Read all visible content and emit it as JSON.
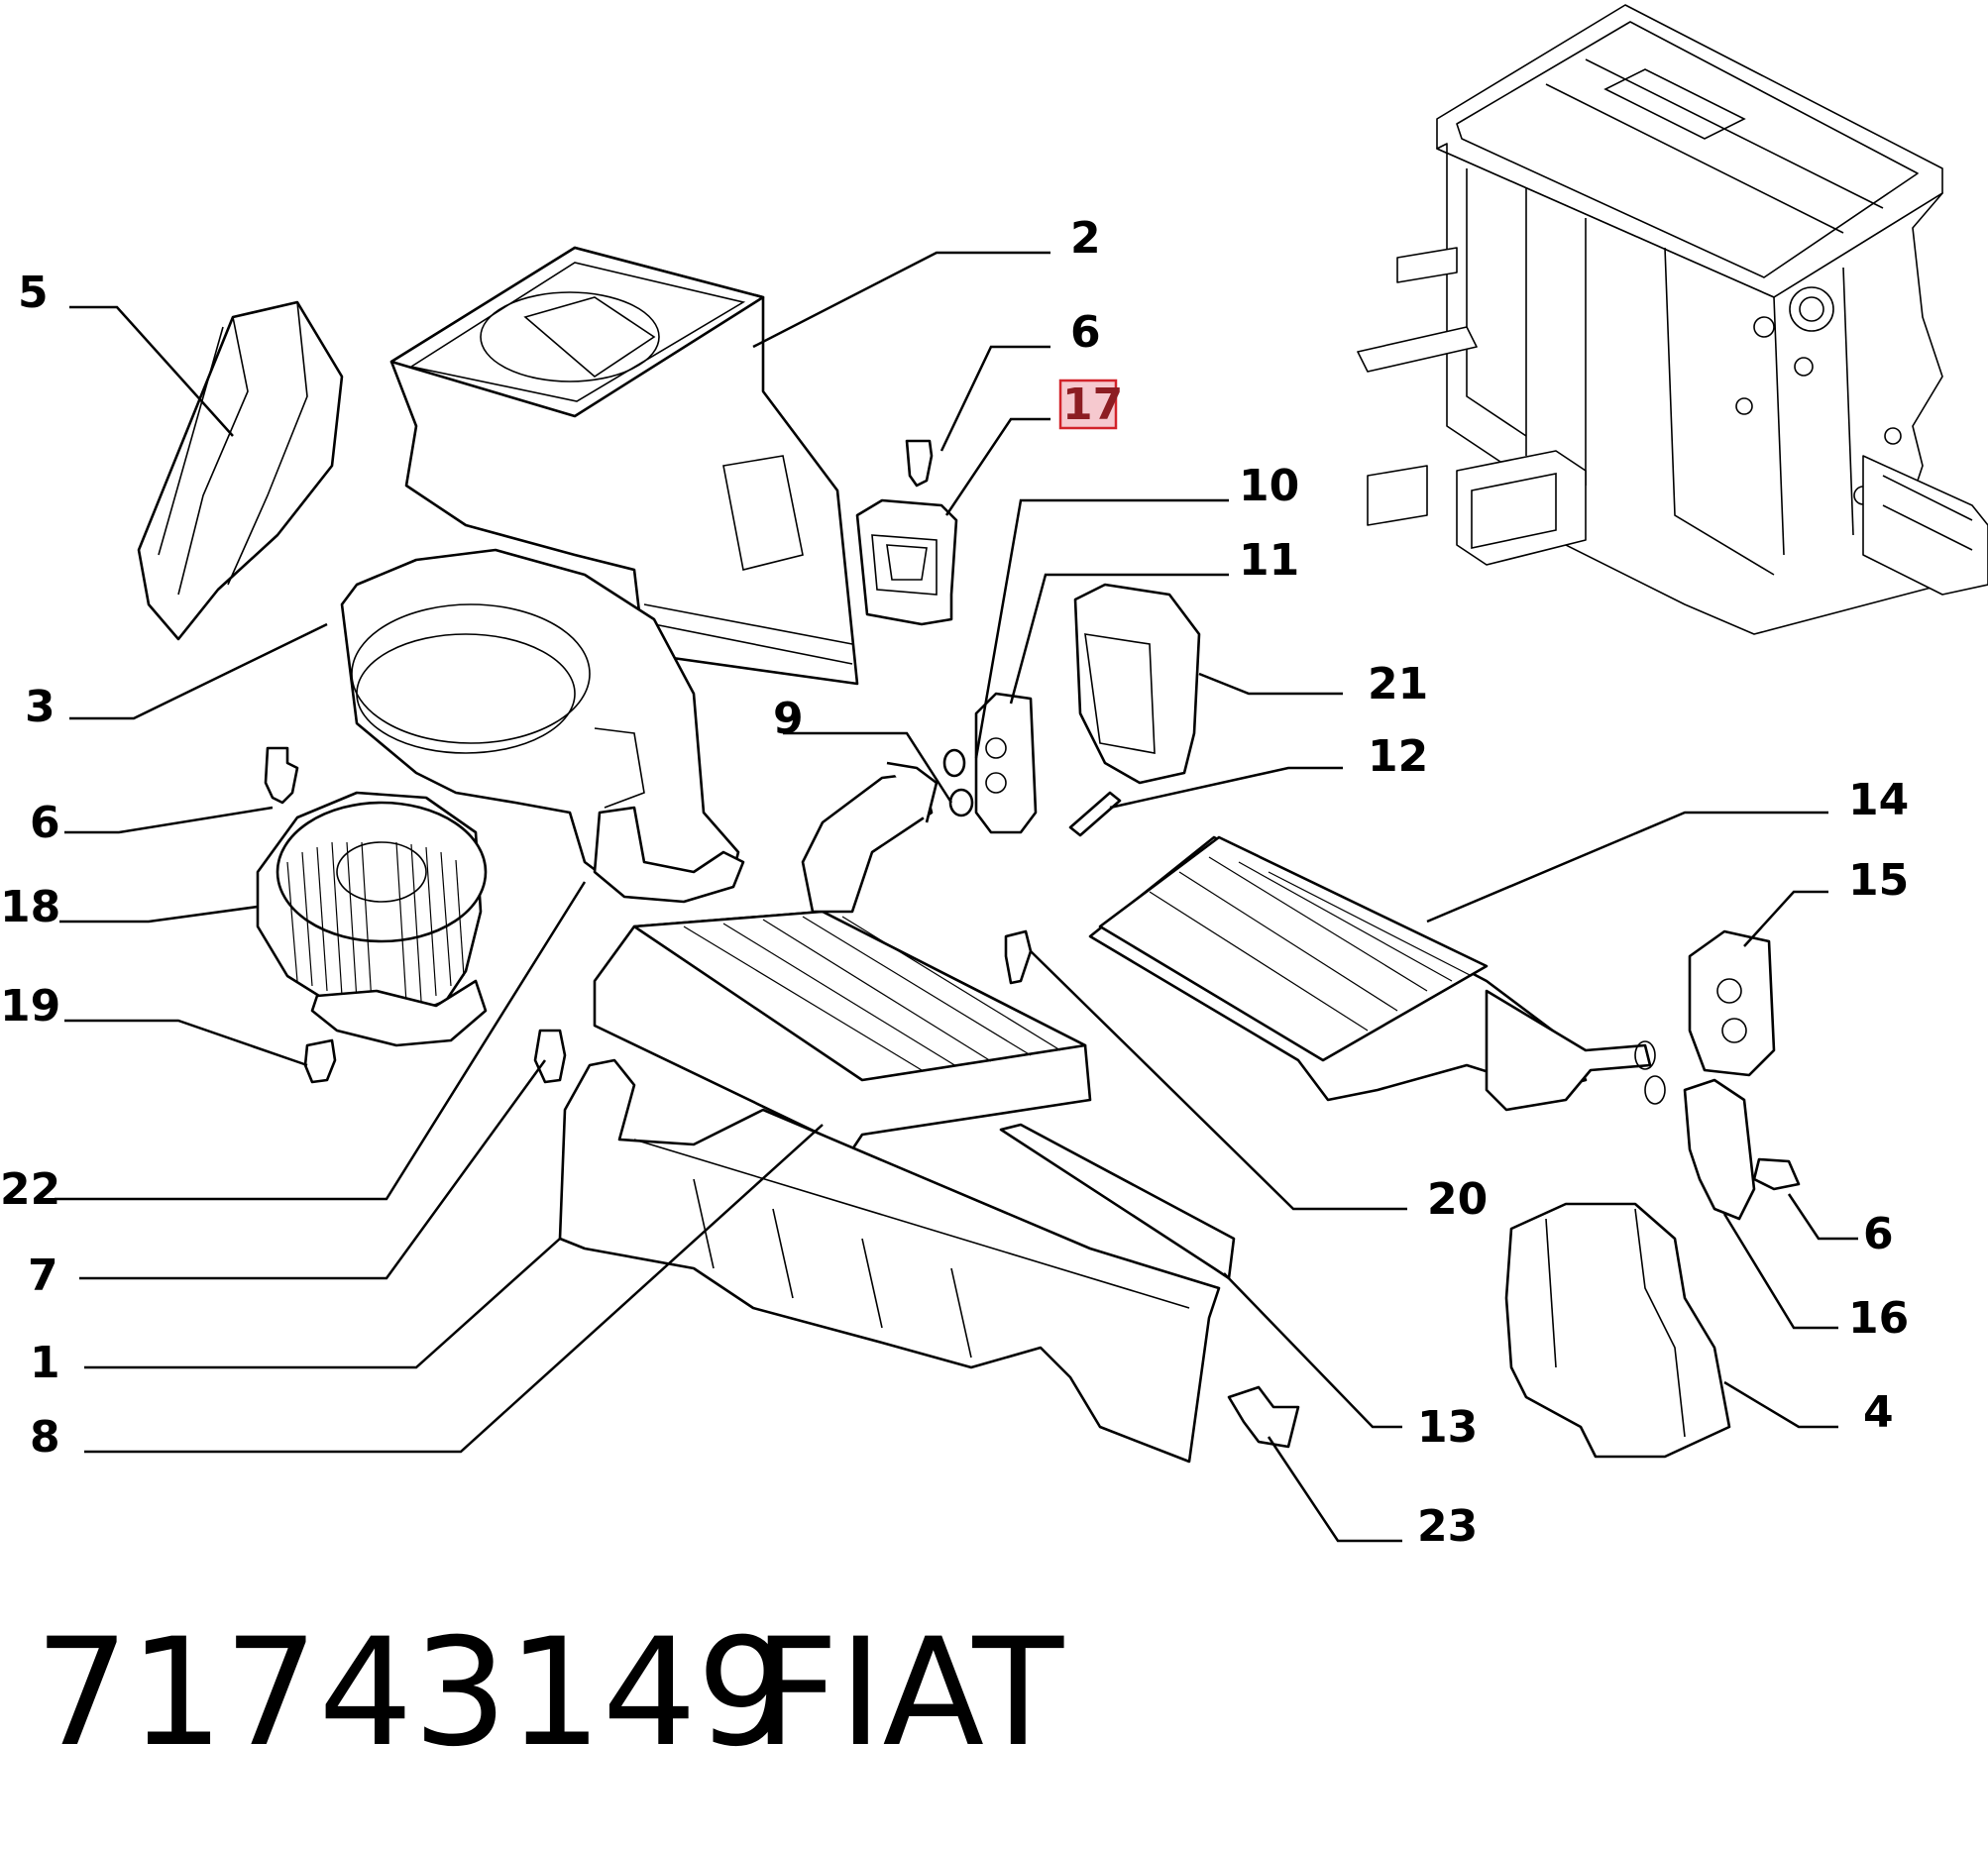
{
  "callouts": {
    "c1": "1",
    "c2": "2",
    "c3": "3",
    "c4": "4",
    "c5": "5",
    "c6a": "6",
    "c6b": "6",
    "c6c": "6",
    "c7": "7",
    "c8": "8",
    "c9": "9",
    "c10": "10",
    "c11": "11",
    "c12": "12",
    "c13": "13",
    "c14": "14",
    "c15": "15",
    "c16": "16",
    "c17": "17",
    "c18": "18",
    "c19": "19",
    "c20": "20",
    "c21": "21",
    "c22": "22",
    "c23": "23"
  },
  "highlighted_callout": "17",
  "highlight_color": "#f6c9cf",
  "footer": {
    "part_number": "71743149",
    "brand": "FIAT"
  }
}
